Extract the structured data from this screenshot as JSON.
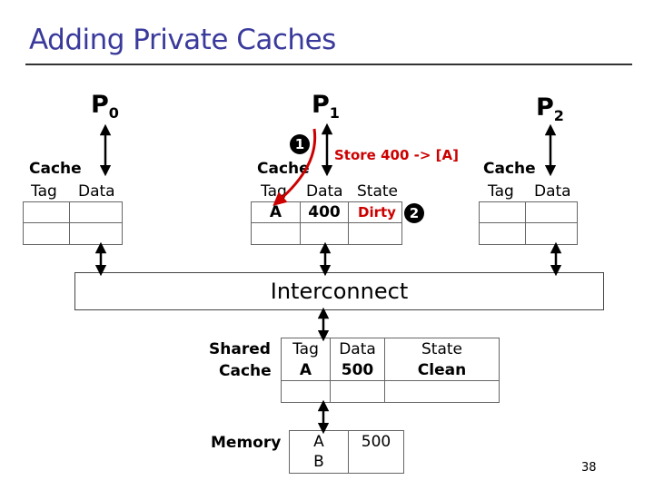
{
  "title": "Adding Private Caches",
  "processors": [
    {
      "label": "P",
      "sub": "0"
    },
    {
      "label": "P",
      "sub": "1"
    },
    {
      "label": "P",
      "sub": "2"
    }
  ],
  "cache_label": "Cache",
  "cache_tag_header": "Tag",
  "cache_data_header": "Data",
  "cache_state_header": "State",
  "p1_entry": {
    "tag": "A",
    "data": "400",
    "state": "Dirty"
  },
  "steps": {
    "one": "1",
    "two": "2"
  },
  "annotation": "Store 400 -> [A]",
  "interconnect": "Interconnect",
  "shared_cache": {
    "label_line1": "Shared",
    "label_line2": "Cache",
    "tag_header": "Tag",
    "data_header": "Data",
    "state_header": "State",
    "tag": "A",
    "data": "500",
    "state": "Clean"
  },
  "memory": {
    "label": "Memory",
    "addr_a": "A",
    "addr_b": "B",
    "value": "500"
  },
  "page_number": "38",
  "colors": {
    "title": "#3a3a9c",
    "accent": "#cc0000"
  }
}
